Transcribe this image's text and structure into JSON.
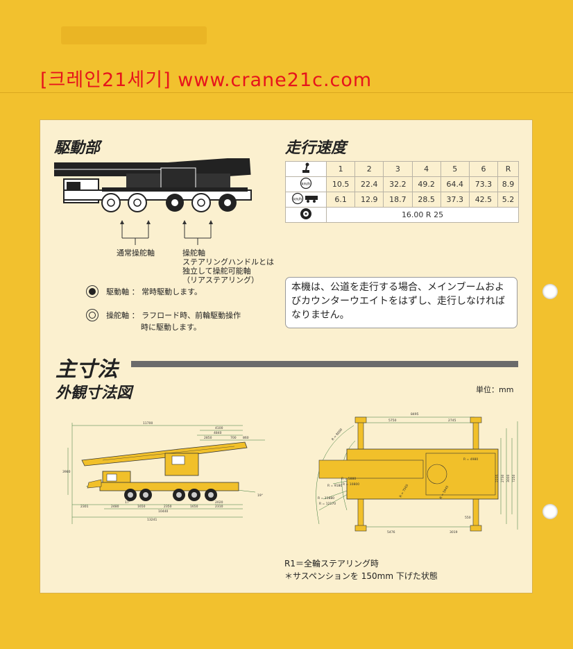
{
  "watermark": "[크레인21세기] www.crane21c.com",
  "drive": {
    "title": "駆動部",
    "label_normal": "通常操舵軸",
    "label_steer_title": "操舵軸",
    "label_steer_line1": "ステアリングハンドルとは",
    "label_steer_line2": "独立して操舵可能軸",
    "label_steer_line3": "（リアステアリング）",
    "legend_drive": "駆動軸 ： 常時駆動します。",
    "legend_steer_line1": "操舵軸 ： ラフロード時、前輪駆動操作",
    "legend_steer_line2": "時に駆動します。"
  },
  "speed": {
    "title": "走行速度",
    "icons": [
      "gear-shift-icon",
      "speedometer-icon",
      "speedometer-carrier-icon",
      "tire-icon"
    ],
    "header": [
      "1",
      "2",
      "3",
      "4",
      "5",
      "6",
      "R"
    ],
    "row_kmh": [
      "10.5",
      "22.4",
      "32.2",
      "49.2",
      "64.4",
      "73.3",
      "8.9"
    ],
    "row_carrier": [
      "6.1",
      "12.9",
      "18.7",
      "28.5",
      "37.3",
      "42.5",
      "5.2"
    ],
    "tire": "16.00 R 25"
  },
  "note": "本機は、公道を走行する場合、メインブームおよびカウンターウエイトをはずし、走行しなければなりません。",
  "dimensions": {
    "title": "主寸法",
    "subtitle": "外観寸法図",
    "unit": "単位：mm",
    "side": {
      "overall": "11700",
      "d4100": "4100",
      "d4840": "4840",
      "d2850": "2850",
      "d700": "700",
      "d860": "860",
      "height": "3980",
      "angle17": "17°",
      "angle19": "19°",
      "b2301": "2301",
      "b2480": "2480",
      "b1650a": "1650",
      "b2350": "2350",
      "b1650b": "1650",
      "b2020": "2020",
      "b2310": "2310",
      "b10440": "10440",
      "b13241": "13241"
    },
    "top": {
      "d8495": "8495",
      "d5750": "5750",
      "d2745": "2745",
      "d5476": "5476",
      "d3019": "3019",
      "d550": "550",
      "r8000": "R = 8000",
      "r5880": "R = 5880",
      "r10800": "R = 10800",
      "r9180": "R = 9180",
      "r11880": "R = 11880",
      "r12170": "R = 12170",
      "r7565": "R = 7565",
      "r5945": "R = 5945",
      "r4980": "R = 4980",
      "w2235": "2235",
      "w2730": "2730",
      "w3000": "3000",
      "w7250": "7250"
    },
    "footnote1": "R1＝全輪ステアリング時",
    "footnote2": "＊サスペンションを 150mm 下げた状態"
  },
  "colors": {
    "background": "#f2c12e",
    "panel": "#fbf0cf",
    "crane_yellow": "#f1c02a",
    "watermark_red": "#e6141c"
  }
}
